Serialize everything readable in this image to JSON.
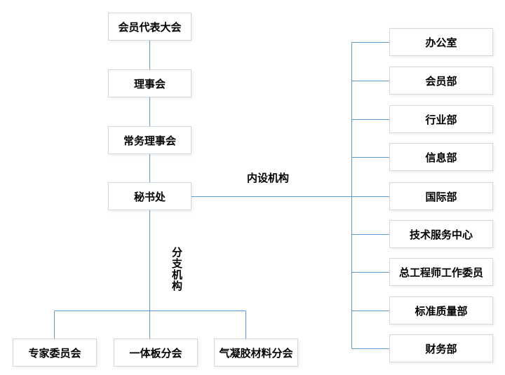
{
  "diagram": {
    "type": "org-chart",
    "hierarchy": [
      "会员代表大会",
      "理事会",
      "常务理事会",
      "秘书处"
    ],
    "internal_label": "内设机构",
    "branch_label": "分支机构",
    "internal_departments": [
      "办公室",
      "会员部",
      "行业部",
      "信息部",
      "国际部",
      "技术服务中心",
      "总工程师工作委员",
      "标准质量部",
      "财务部"
    ],
    "branch_organizations": [
      "专家委员会",
      "一体板分会",
      "气凝胶材料分会"
    ],
    "colors": {
      "connector_line": "#5b9bd5",
      "box_border": "#d6d6d6",
      "box_background": "#ffffff",
      "text": "#000000",
      "background": "#ffffff"
    }
  }
}
